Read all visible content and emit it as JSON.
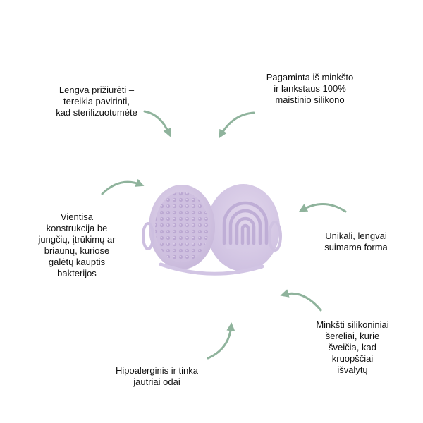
{
  "colors": {
    "background": "#ffffff",
    "text": "#111111",
    "arrow": "#8fb39c",
    "product_light": "#dcd1e8",
    "product_mid": "#cbbcdc",
    "product_dark": "#b7a4cf"
  },
  "features": {
    "top_left": "Lengva prižiūrėti –\ntereikia pavirinti,\nkad sterilizuotumėte",
    "top_right": "Pagaminta iš minkšto\nir lankstaus 100%\nmaistinio silikono",
    "mid_left": "Vientisa\nkonstrukcija be\njungčių, įtrūkimų ar\nbriaunų, kuriose\ngalėtų kauptis\nbakterijos",
    "mid_right": "Unikali, lengvai\nsuimama forma",
    "bottom_right": "Minkšti silikoniniai\nšereliai, kurie\nšveičia, kad\nkruopščiai\nišvalytų",
    "bottom_left": "Hipoalerginis ir tinka\njautriai odai"
  },
  "icons": {
    "arrow": "curved-arrow-icon",
    "product": "silicone-brush-image"
  }
}
